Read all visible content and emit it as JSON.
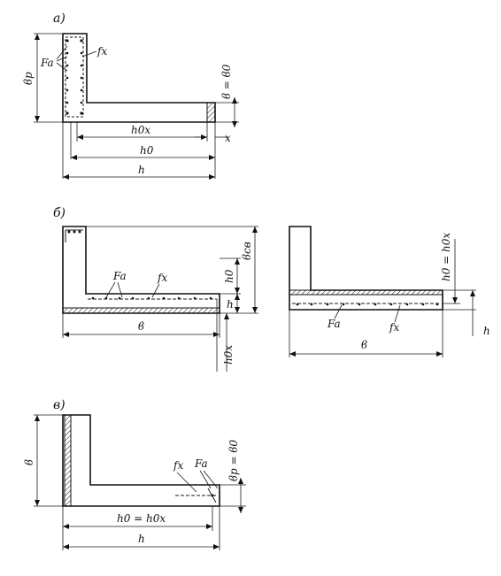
{
  "figure_a": {
    "label": "a)",
    "dims": {
      "bp": "ϐp",
      "b_eq_b0": "ϐ = ϐ0",
      "h0x": "h0x",
      "x": "x",
      "h0": "h0",
      "h": "h"
    },
    "annotations": {
      "Fa": "Fa",
      "fx": "fx"
    }
  },
  "figure_b": {
    "label": "б)",
    "left": {
      "dims": {
        "bsv": "ϐсв",
        "h0": "h0",
        "h": "h",
        "b": "ϐ",
        "h0x": "h0x"
      },
      "annotations": {
        "Fa": "Fa",
        "fx": "fx"
      }
    },
    "right": {
      "dims": {
        "h0_eq_h0x": "h0 = h0x",
        "h": "h",
        "b": "ϐ"
      },
      "annotations": {
        "Fa": "Fa",
        "fx": "fx"
      }
    }
  },
  "figure_v": {
    "label": "в)",
    "dims": {
      "b": "ϐ",
      "bp_eq_b0": "ϐp = ϐ0",
      "h0_eq_h0x": "h0 = h0x",
      "h": "h"
    },
    "annotations": {
      "fx": "fx",
      "Fa": "Fa"
    }
  }
}
